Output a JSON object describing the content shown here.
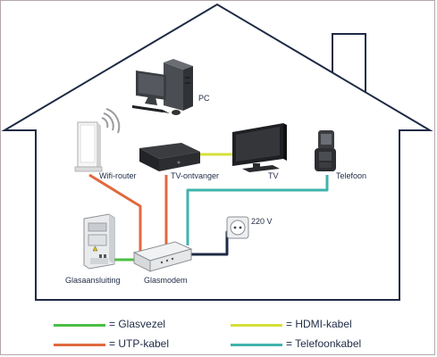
{
  "labels": {
    "pc": "PC",
    "wifi_router": "Wifi-router",
    "tv_receiver": "TV-ontvanger",
    "tv": "TV",
    "phone": "Telefoon",
    "socket": "220 V",
    "fiber_connection": "Glasaansluiting",
    "fiber_modem": "Glasmodem"
  },
  "legend": [
    {
      "label": "= Glasvezel",
      "color": "#4bbf45"
    },
    {
      "label": "= HDMI-kabel",
      "color": "#d5e03a"
    },
    {
      "label": "= UTP-kabel",
      "color": "#e0693e"
    },
    {
      "label": "= Telefoonkabel",
      "color": "#3fb3ad"
    }
  ],
  "colors": {
    "house_outline": "#1e2a44",
    "power_cable": "#1e2a44"
  }
}
